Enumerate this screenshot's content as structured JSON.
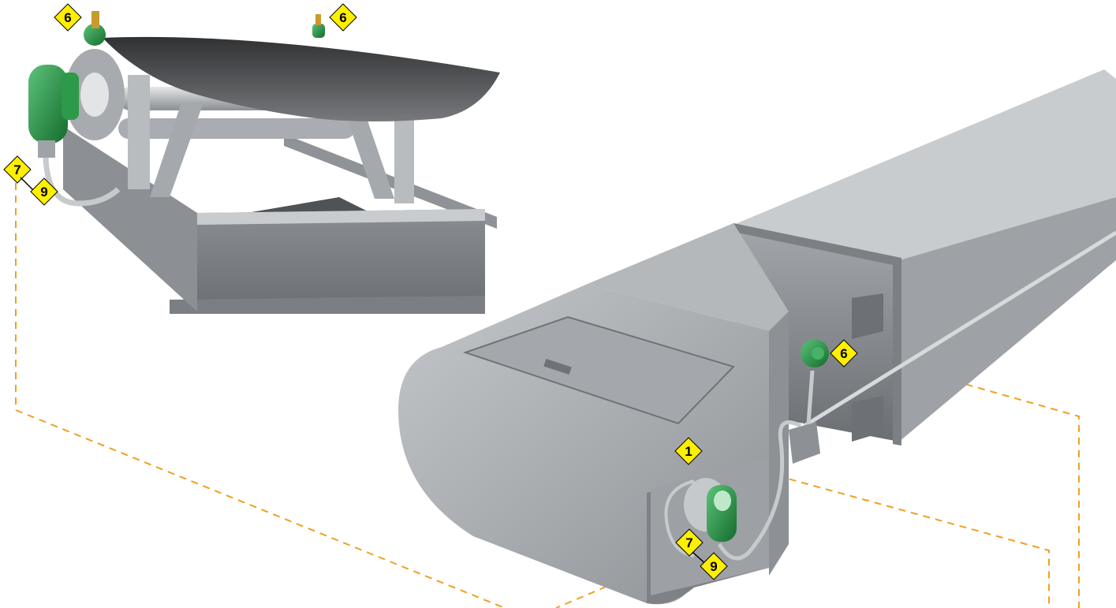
{
  "colors": {
    "housing_light": "#b9bcbf",
    "housing_mid": "#9a9ea2",
    "housing_dark": "#6f7377",
    "belt_dark": "#4a4d50",
    "sensor_green": "#1f8a3c",
    "callout_fill": "#ffef00",
    "leader_line": "#f0a020"
  },
  "callouts": [
    {
      "id": "c6a",
      "label": "6"
    },
    {
      "id": "c6b",
      "label": "6"
    },
    {
      "id": "c7a",
      "label": "7"
    },
    {
      "id": "c9a",
      "label": "9"
    },
    {
      "id": "c6c",
      "label": "6"
    },
    {
      "id": "c1",
      "label": "1"
    },
    {
      "id": "c7b",
      "label": "7"
    },
    {
      "id": "c9b",
      "label": "9"
    }
  ]
}
